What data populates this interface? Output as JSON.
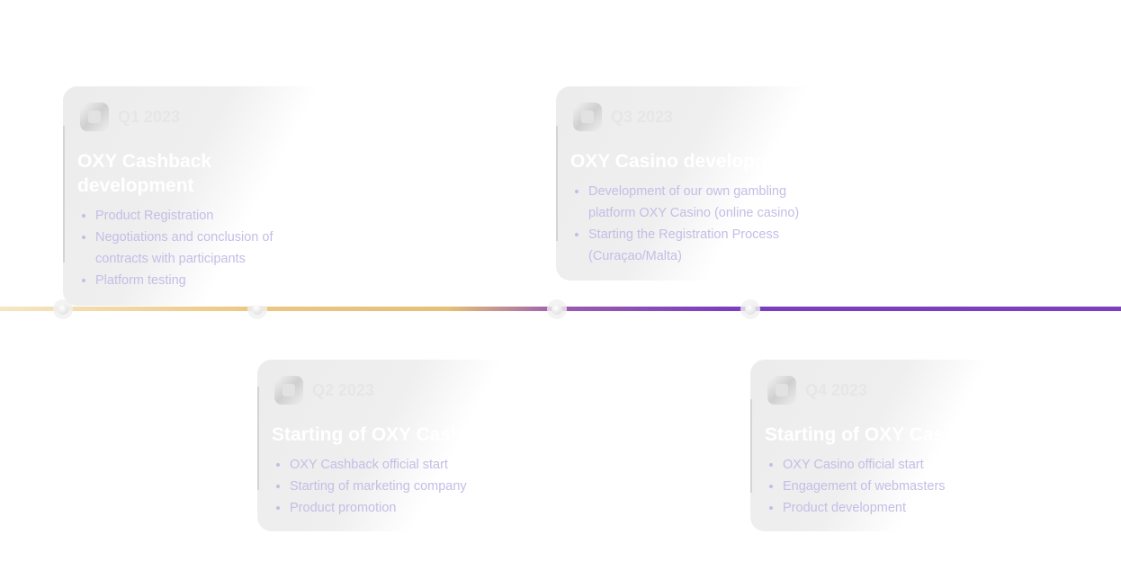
{
  "milestones": [
    {
      "quarter": "Q1 2023",
      "title": "OXY Cashback development",
      "items": [
        "Product Registration",
        "Negotiations and conclusion of contracts with participants",
        "Platform testing"
      ]
    },
    {
      "quarter": "Q2 2023",
      "title": "Starting of OXY Cashback",
      "items": [
        "OXY Cashback official start",
        "Starting of marketing company",
        "Product promotion"
      ]
    },
    {
      "quarter": "Q3 2023",
      "title": "OXY Casino development",
      "items": [
        "Development of our own gambling platform OXY Casino (online casino)",
        "Starting the Registration Process (Curaçao/Malta)"
      ]
    },
    {
      "quarter": "Q4 2023",
      "title": "Starting of OXY Casino",
      "items": [
        "OXY Casino official start",
        "Engagement of webmasters",
        "Product development"
      ]
    }
  ],
  "icon": "calendar-icon",
  "colors": {
    "line_start": "#ecc884",
    "line_end": "#7b3fc2",
    "bullet_text": "#c6bde6"
  }
}
